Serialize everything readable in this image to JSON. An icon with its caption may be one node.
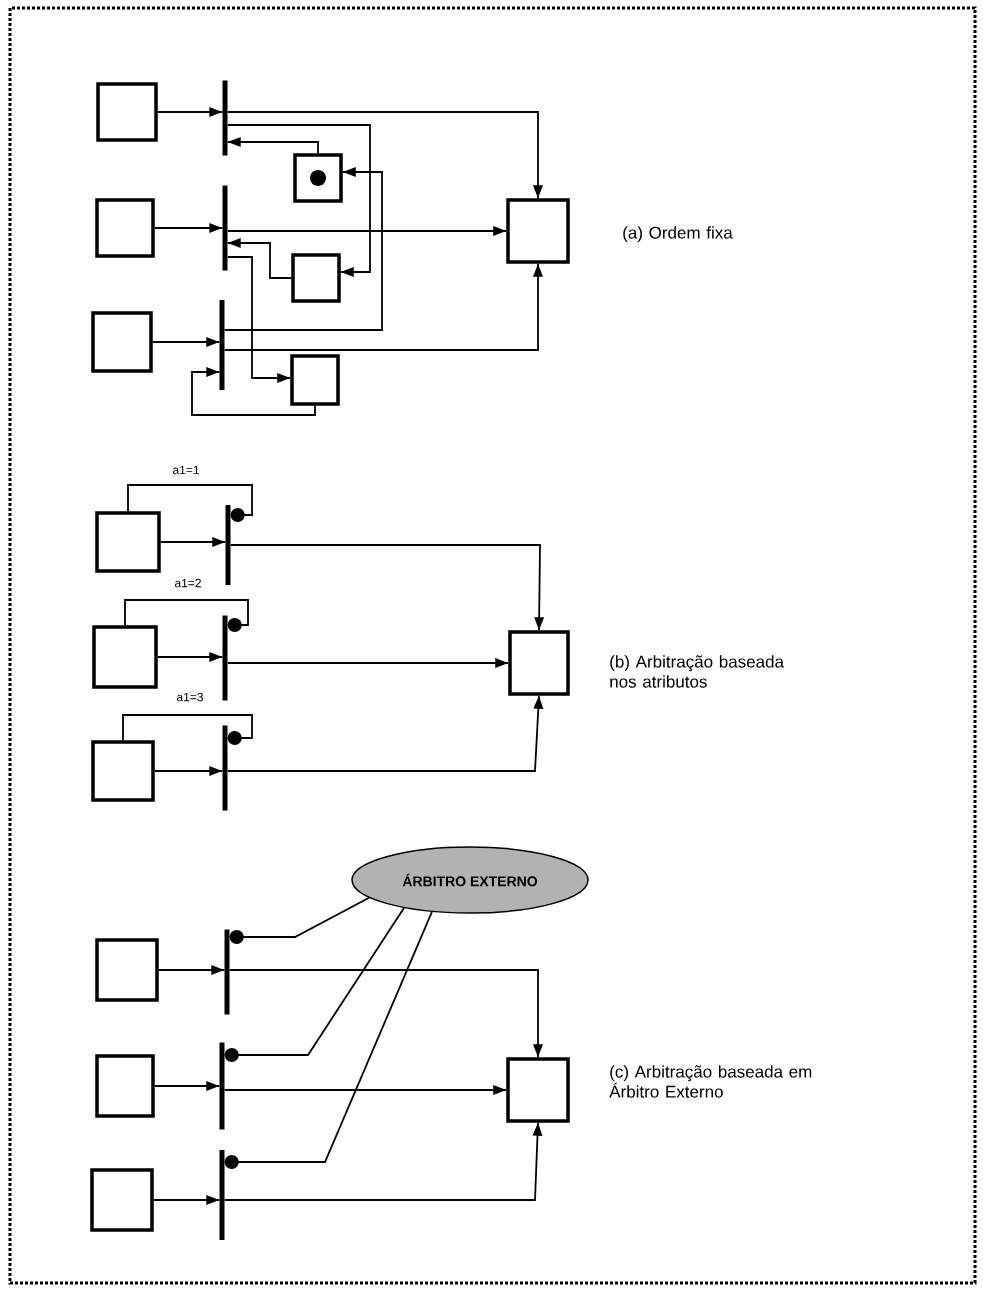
{
  "diagram": {
    "nodes": [
      {
        "text": [],
        "shape": "box"
      },
      {
        "text": [],
        "shape": "box"
      },
      {
        "text": [],
        "shape": "box"
      },
      {
        "text": [],
        "shape": "bar"
      },
      {
        "text": [],
        "shape": "bar"
      },
      {
        "text": [],
        "shape": "bar"
      },
      {
        "text": [],
        "shape": "box"
      },
      {
        "text": [],
        "shape": "box"
      },
      {
        "text": [],
        "shape": "box"
      },
      {
        "text": [],
        "shape": "box"
      },
      {
        "text": [],
        "shape": "box"
      },
      {
        "text": [],
        "shape": "box"
      },
      {
        "text": [],
        "shape": "box"
      },
      {
        "text": [],
        "shape": "bar"
      },
      {
        "text": [],
        "shape": "bar"
      },
      {
        "text": [],
        "shape": "bar"
      },
      {
        "text": [],
        "shape": "box"
      },
      {
        "text": [
          "ÁRBITRO EXTERNO"
        ]
      },
      {
        "text": [],
        "shape": "box"
      },
      {
        "text": [],
        "shape": "box"
      },
      {
        "text": [],
        "shape": "box"
      },
      {
        "text": [],
        "shape": "bar"
      },
      {
        "text": [],
        "shape": "bar"
      },
      {
        "text": [],
        "shape": "bar"
      },
      {
        "text": [],
        "shape": "box"
      }
    ],
    "edges": [
      {
        "from": 0,
        "to": 3,
        "arrow": "to"
      },
      {
        "from": 3,
        "to": 9,
        "arrow": "to"
      },
      {
        "from": 3,
        "to": 7,
        "arrow": "to"
      },
      {
        "from": 6,
        "to": 3,
        "arrow": "to"
      },
      {
        "from": 1,
        "to": 4,
        "arrow": "to"
      },
      {
        "from": 4,
        "to": 9,
        "arrow": "to"
      },
      {
        "from": 7,
        "to": 4,
        "arrow": "to"
      },
      {
        "from": 4,
        "to": 8,
        "arrow": "to"
      },
      {
        "from": 2,
        "to": 5,
        "arrow": "to"
      },
      {
        "from": 5,
        "to": 9,
        "arrow": "to"
      },
      {
        "from": 5,
        "to": 6,
        "arrow": "to"
      },
      {
        "from": 8,
        "to": 5,
        "arrow": "to"
      },
      {
        "from": 10,
        "to": 13,
        "arrow": "to"
      },
      {
        "from": 13,
        "to": 16,
        "arrow": "to"
      },
      {
        "from": 10,
        "to": 13,
        "arrow": "other",
        "label": "a1=1"
      },
      {
        "from": 11,
        "to": 14,
        "arrow": "to"
      },
      {
        "from": 14,
        "to": 16,
        "arrow": "to"
      },
      {
        "from": 11,
        "to": 14,
        "arrow": "other",
        "label": "a1=2"
      },
      {
        "from": 12,
        "to": 15,
        "arrow": "to"
      },
      {
        "from": 15,
        "to": 16,
        "arrow": "to"
      },
      {
        "from": 12,
        "to": 15,
        "arrow": "other",
        "label": "a1=3"
      },
      {
        "from": 17,
        "to": 21,
        "arrow": "other"
      },
      {
        "from": 17,
        "to": 22,
        "arrow": "other"
      },
      {
        "from": 17,
        "to": 23,
        "arrow": "other"
      },
      {
        "from": 18,
        "to": 21,
        "arrow": "to"
      },
      {
        "from": 21,
        "to": 24,
        "arrow": "to"
      },
      {
        "from": 19,
        "to": 22,
        "arrow": "to"
      },
      {
        "from": 22,
        "to": 24,
        "arrow": "to"
      },
      {
        "from": 20,
        "to": 23,
        "arrow": "to"
      },
      {
        "from": 23,
        "to": 24,
        "arrow": "to"
      }
    ],
    "labels": [
      "(a) Ordem fixa",
      "(b) Arbitração baseada nos atributos",
      "(c) Arbitração baseada em Árbitro Externo"
    ]
  }
}
